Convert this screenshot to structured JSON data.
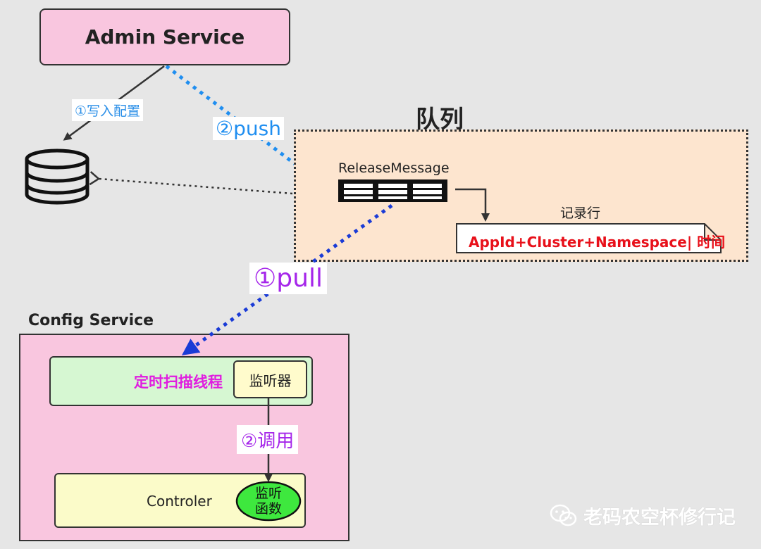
{
  "admin_service": {
    "label": "Admin Service"
  },
  "queue": {
    "title": "队列",
    "release_message_label": "ReleaseMessage",
    "record_label": "记录行",
    "record_text": "AppId+Cluster+Namespace| 时间"
  },
  "arrows": {
    "write_config_label": "①写入配置",
    "push_label": "②push",
    "pull_label": "①pull",
    "call_label": "②调用"
  },
  "config_service": {
    "label": "Config Service",
    "scan_thread_label": "定时扫描线程",
    "listener_label": "监听器",
    "controler_label": "Controler",
    "listen_function_lines": [
      "监听",
      "函数"
    ]
  },
  "watermark": {
    "text": "老码农空杯修行记",
    "icon": "wechat-icon"
  },
  "colors": {
    "background": "#e6e6e6",
    "admin_fill": "#f9c6df",
    "queue_fill": "#fde5cf",
    "push_arrow": "#1f8ef0",
    "pull_arrow": "#1a3bd6",
    "pull_label": "#a526ea",
    "record_text": "#e8101a",
    "scan_text": "#e01ee0",
    "listen_function_fill": "#3ee83e"
  }
}
